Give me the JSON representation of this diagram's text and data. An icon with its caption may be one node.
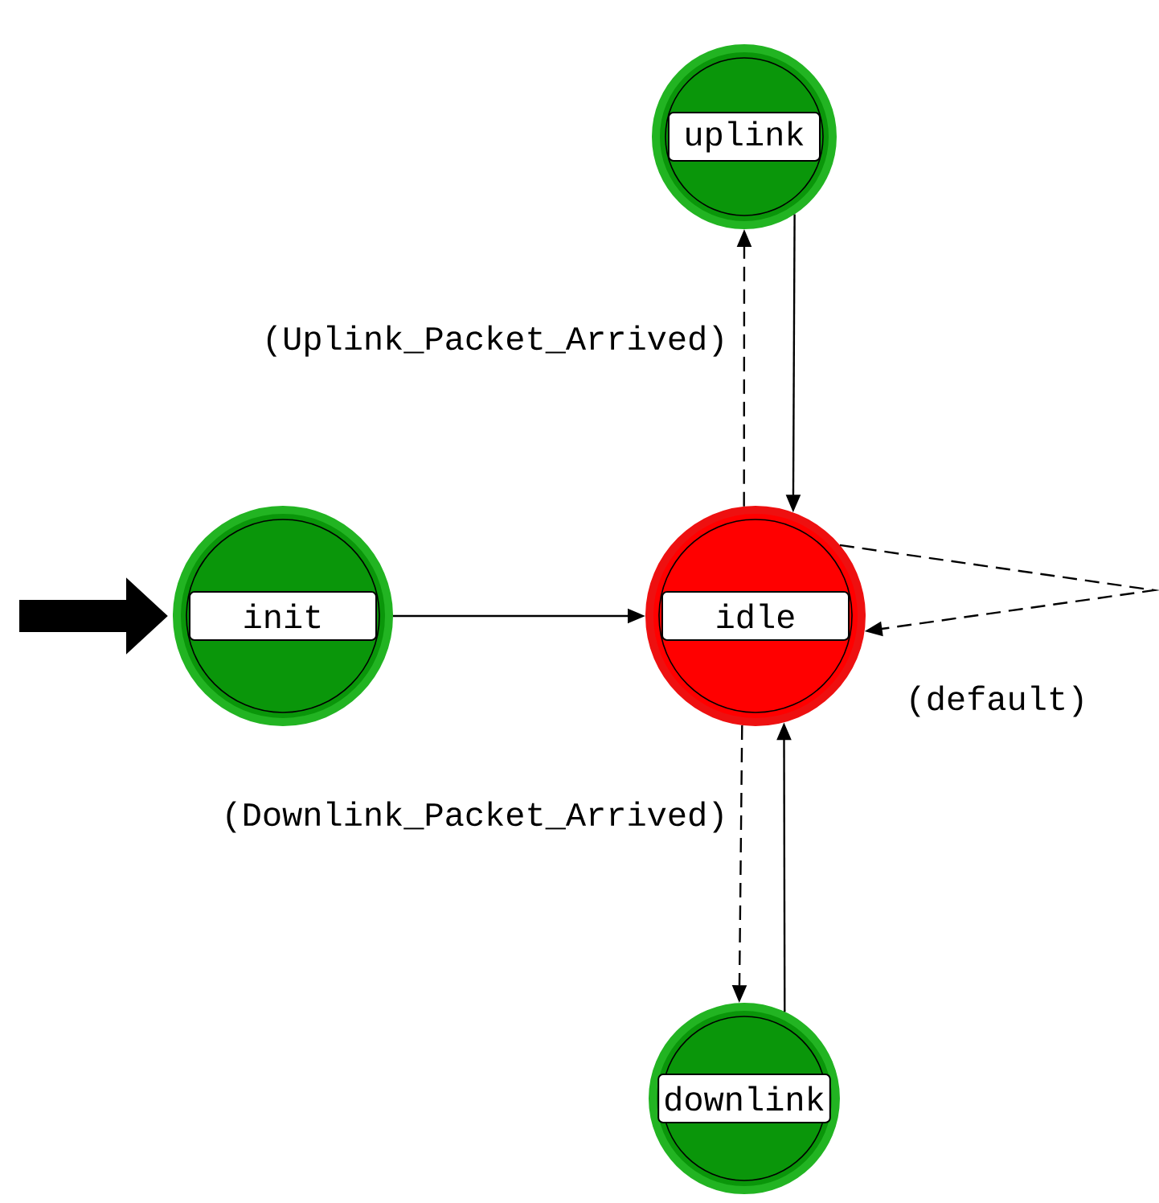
{
  "diagram": {
    "nodes": [
      {
        "text": [
          "uplink"
        ]
      },
      {
        "text": [
          "init"
        ]
      },
      {
        "text": [
          "idle"
        ]
      },
      {
        "text": [
          "downlink"
        ]
      }
    ],
    "edges": [
      {
        "from": 2,
        "to": 0,
        "arrow": "to",
        "style": "dashed",
        "label": "(Uplink_Packet_Arrived)"
      },
      {
        "from": 0,
        "to": 2,
        "arrow": "to"
      },
      {
        "from": null,
        "to": 1,
        "arrow": "to",
        "style": "thick"
      },
      {
        "from": 1,
        "to": 2,
        "arrow": "to"
      },
      {
        "from": 2,
        "to": 2,
        "arrow": "to",
        "style": "dashed",
        "label": "(default)"
      },
      {
        "from": 2,
        "to": 3,
        "arrow": "to",
        "style": "dashed",
        "label": "(Downlink_Packet_Arrived)"
      },
      {
        "from": 3,
        "to": 2,
        "arrow": "to"
      }
    ]
  }
}
